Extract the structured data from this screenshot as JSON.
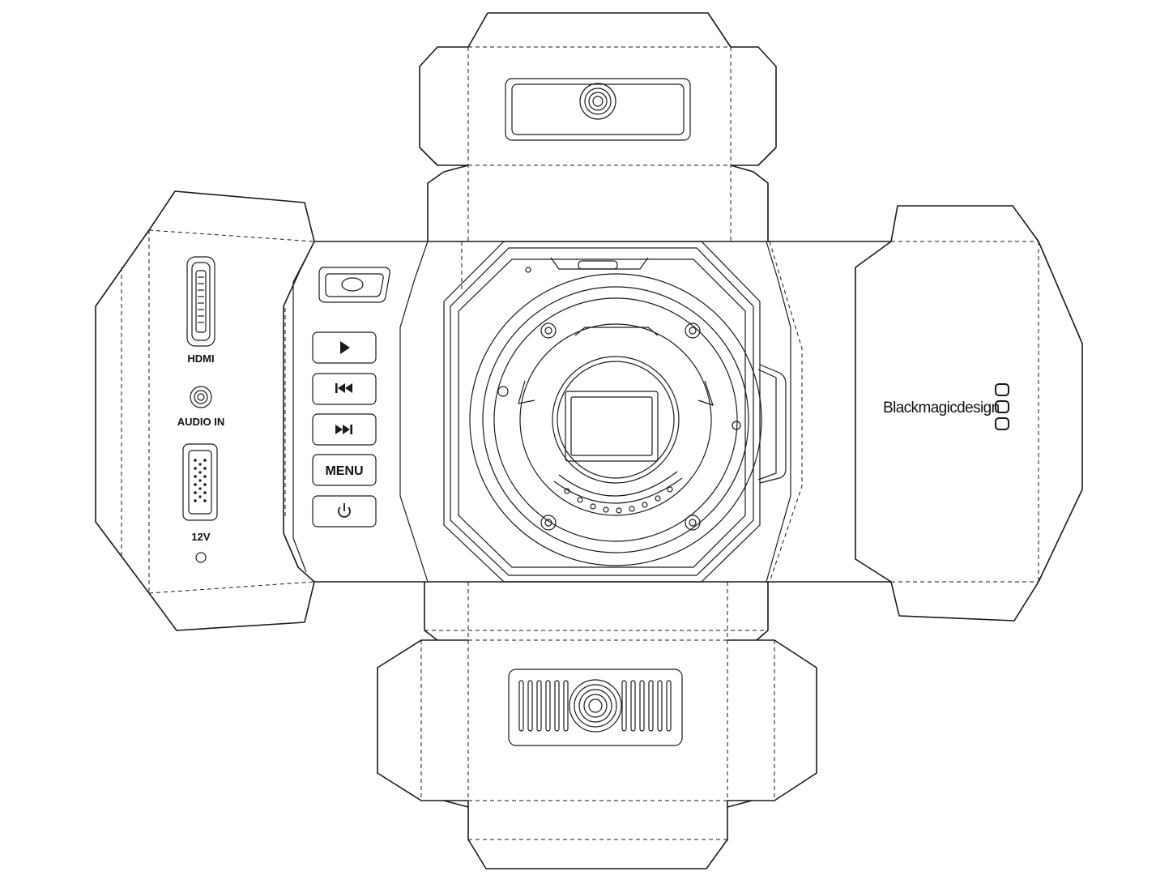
{
  "ports": {
    "hdmi_label": "HDMI",
    "audio_label": "AUDIO IN",
    "power_label": "12V"
  },
  "buttons": {
    "menu_label": "MENU"
  },
  "brand": {
    "wordmark": "Blackmagicdesign"
  },
  "icons": {
    "play": "play-icon",
    "rewind": "skip-back-icon",
    "forward": "skip-forward-icon",
    "power": "power-icon"
  }
}
